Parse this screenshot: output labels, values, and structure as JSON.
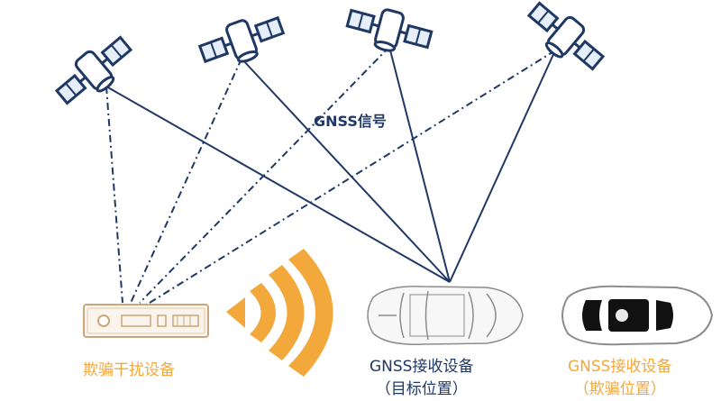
{
  "title": "GNSS信号",
  "colors": {
    "signal": "#1f3864",
    "satellite": "#1f3864",
    "satellite_panel_fill": "#e6eefa",
    "jamming_waves": "#f2a83b",
    "spoof_label": "#f2a83b",
    "receiver_label": "#1f3864",
    "fake_label": "#f2a83b"
  },
  "satellites": [
    {
      "name": "satellite-1",
      "icon": "satellite-icon"
    },
    {
      "name": "satellite-2",
      "icon": "satellite-icon"
    },
    {
      "name": "satellite-3",
      "icon": "satellite-icon"
    },
    {
      "name": "satellite-4",
      "icon": "satellite-icon"
    }
  ],
  "signal_lines": {
    "real": "solid",
    "spoofed": "dash-dot"
  },
  "nodes": {
    "spoofer": {
      "label": "欺骗干扰设备",
      "icon": "jammer-device-icon"
    },
    "receiver": {
      "label_line1": "GNSS接收设备",
      "label_line2": "（目标位置）",
      "icon": "car-outline-icon"
    },
    "fake_position": {
      "label_line1": "GNSS接收设备",
      "label_line2": "（欺骗位置）",
      "icon": "car-white-icon"
    }
  },
  "jamming_icon": "radio-waves-icon"
}
